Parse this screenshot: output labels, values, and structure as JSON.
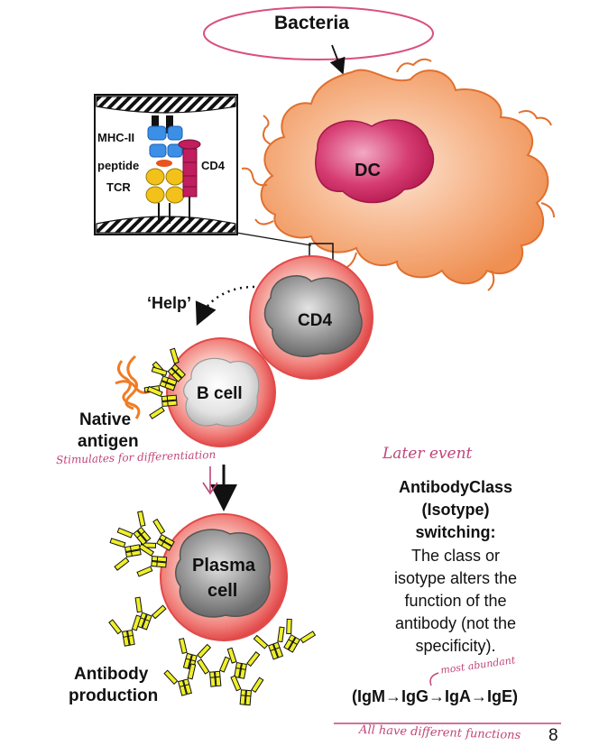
{
  "labels": {
    "bacteria": "Bacteria",
    "dc": "DC",
    "mhc": "MHC-II",
    "peptide": "peptide",
    "cd4_receptor": "CD4",
    "tcr": "TCR",
    "help": "‘Help’",
    "cd4_cell": "CD4",
    "b_cell": "B cell",
    "native_line1": "Native",
    "native_line2": "antigen",
    "plasma_line1": "Plasma",
    "plasma_line2": "cell",
    "antibody_line1": "Antibody",
    "antibody_line2": "production"
  },
  "handwritten": {
    "stimulates": "Stimulates for differentiation",
    "later_event": "Later event",
    "most_abundant": "most abundant",
    "all_have": "All have different functions"
  },
  "explanation": {
    "heading_line1": "AntibodyClass",
    "heading_line2": "(Isotype)",
    "heading_line3": "switching:",
    "body_lines": [
      "The class or",
      "isotype alters the",
      "function of the",
      "antibody (not the",
      "specificity)."
    ],
    "sequence": "(IgM→IgG→IgA→IgE)"
  },
  "page_number": "8",
  "colors": {
    "dc_orange": "#f4a46a",
    "dc_nucleus": "#d63c72",
    "cell_red": "#ec5b58",
    "nucleus_gray": "#8a8a8a",
    "mhc_blue": "#3b8fe6",
    "tcr_yellow": "#f2c21a",
    "cd4_receptor": "#c01e5e",
    "antibody_yellow": "#efef2a",
    "handwriting_pink": "#c0467a",
    "antigen_orange": "#f07c24"
  }
}
